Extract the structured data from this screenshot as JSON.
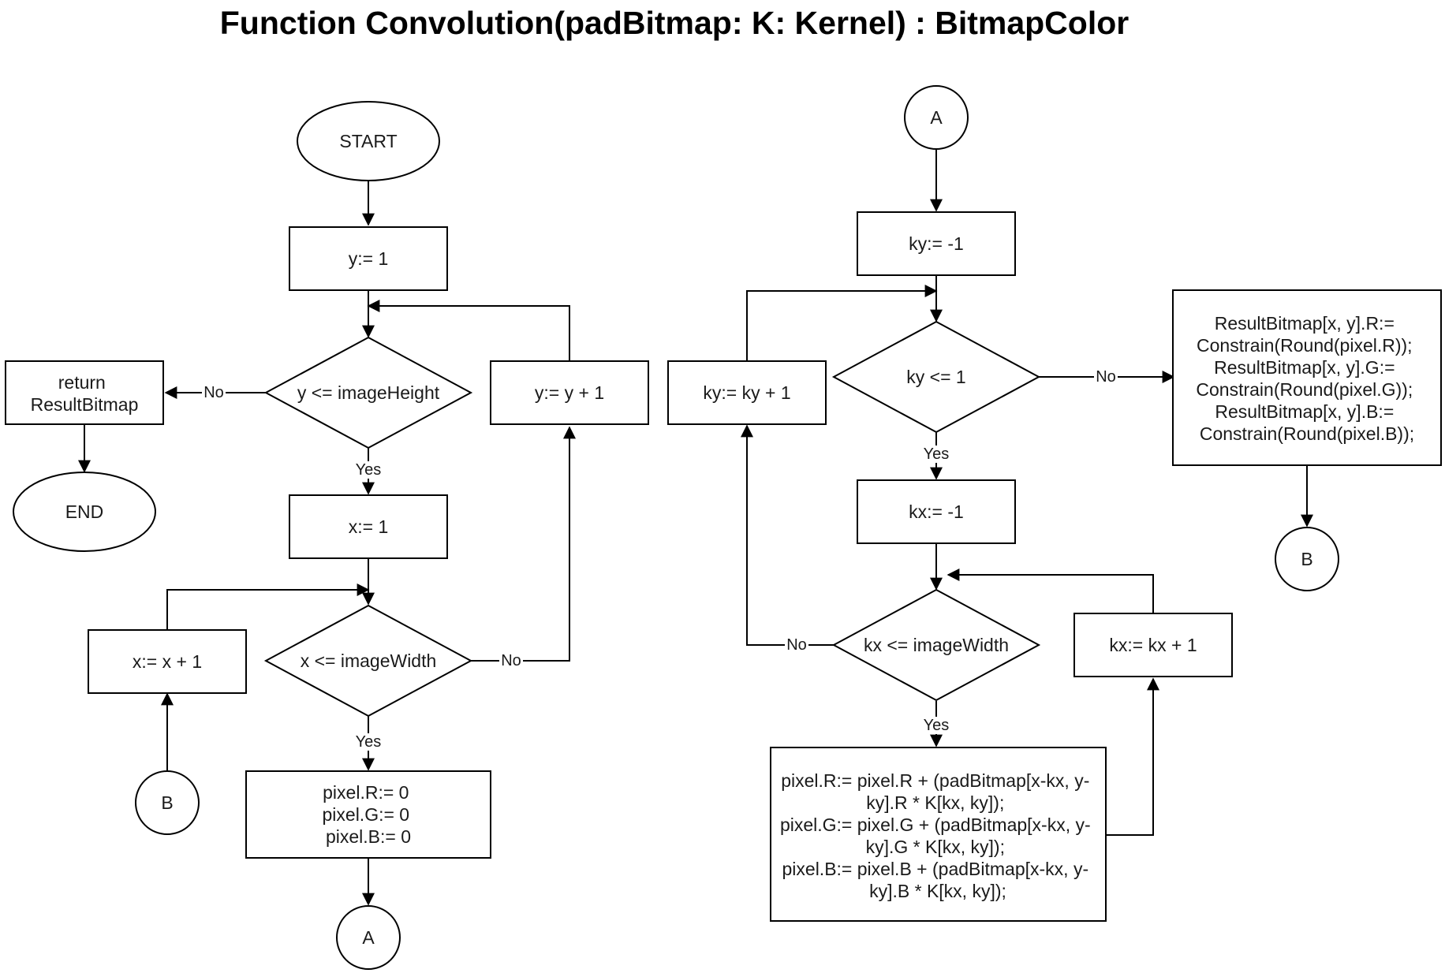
{
  "title": "Function Convolution(padBitmap: K: Kernel) : BitmapColor",
  "nodes": {
    "start": "START",
    "y_init": "y:= 1",
    "y_cond": "y <= imageHeight",
    "y_inc": "y:= y + 1",
    "return": [
      "return",
      "ResultBitmap"
    ],
    "end": "END",
    "x_init": "x:= 1",
    "x_cond": "x <= imageWidth",
    "x_inc": "x:= x + 1",
    "pixel_init": [
      "pixel.R:= 0",
      "pixel.G:= 0",
      "pixel.B:= 0"
    ],
    "conn_a_out": "A",
    "conn_b_in": "B",
    "conn_a_in": "A",
    "ky_init": "ky:= -1",
    "ky_cond": "ky <= 1",
    "ky_inc": "ky:= ky + 1",
    "kx_init": "kx:= -1",
    "kx_cond": "kx <= imageWidth",
    "kx_inc": "kx:= kx + 1",
    "accumulate": [
      "pixel.R:= pixel.R + (padBitmap[x-kx, y-",
      "ky].R * K[kx, ky]);",
      "pixel.G:= pixel.G + (padBitmap[x-kx, y-",
      "ky].G * K[kx, ky]);",
      "pixel.B:= pixel.B + (padBitmap[x-kx, y-",
      "ky].B * K[kx, ky]);"
    ],
    "result_assign": [
      "ResultBitmap[x, y].R:=",
      "Constrain(Round(pixel.R));",
      "ResultBitmap[x, y].G:=",
      "Constrain(Round(pixel.G));",
      "ResultBitmap[x, y].B:=",
      "Constrain(Round(pixel.B));"
    ],
    "conn_b_out": "B"
  },
  "labels": {
    "yes": "Yes",
    "no": "No"
  }
}
